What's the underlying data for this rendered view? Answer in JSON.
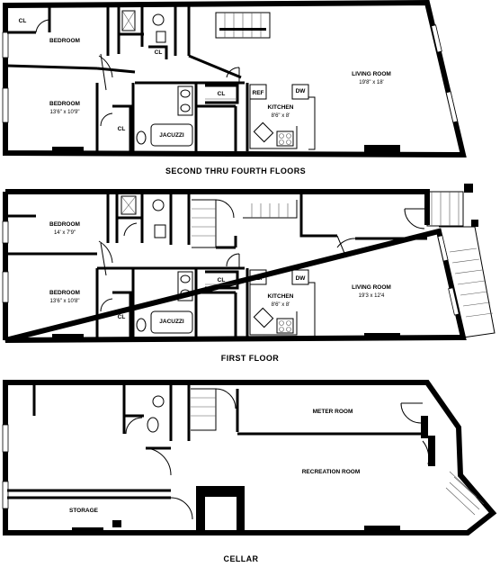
{
  "floors": [
    {
      "title": "SECOND THRU FOURTH FLOORS",
      "rooms": {
        "cl_top": "CL",
        "bedroom_top": "BEDROOM",
        "cl_small": "CL",
        "bedroom_main": "BEDROOM",
        "bedroom_main_dim": "13'6\" x 10'9\"",
        "cl_bed": "CL",
        "jacuzzi": "JACUZZI",
        "cl_hall": "CL",
        "ref": "REF",
        "kitchen": "KITCHEN",
        "kitchen_dim": "8'6\" x 8'",
        "dw": "DW",
        "living": "LIVING ROOM",
        "living_dim": "19'8\" x 18'"
      }
    },
    {
      "title": "FIRST FLOOR",
      "rooms": {
        "bedroom_top": "BEDROOM",
        "bedroom_top_dim": "14' x 7'9\"",
        "bedroom_main": "BEDROOM",
        "bedroom_main_dim": "13'6\" x 10'8\"",
        "cl_bed": "CL",
        "jacuzzi": "JACUZZI",
        "cl_hall": "CL",
        "ref": "REF",
        "kitchen": "KITCHEN",
        "kitchen_dim": "8'6\" x 8'",
        "dw": "DW",
        "living": "LIVING ROOM",
        "living_dim": "19'3 x 12'4"
      }
    },
    {
      "title": "CELLAR",
      "rooms": {
        "meter": "METER ROOM",
        "recreation": "RECREATION ROOM",
        "storage": "STORAGE"
      }
    }
  ]
}
